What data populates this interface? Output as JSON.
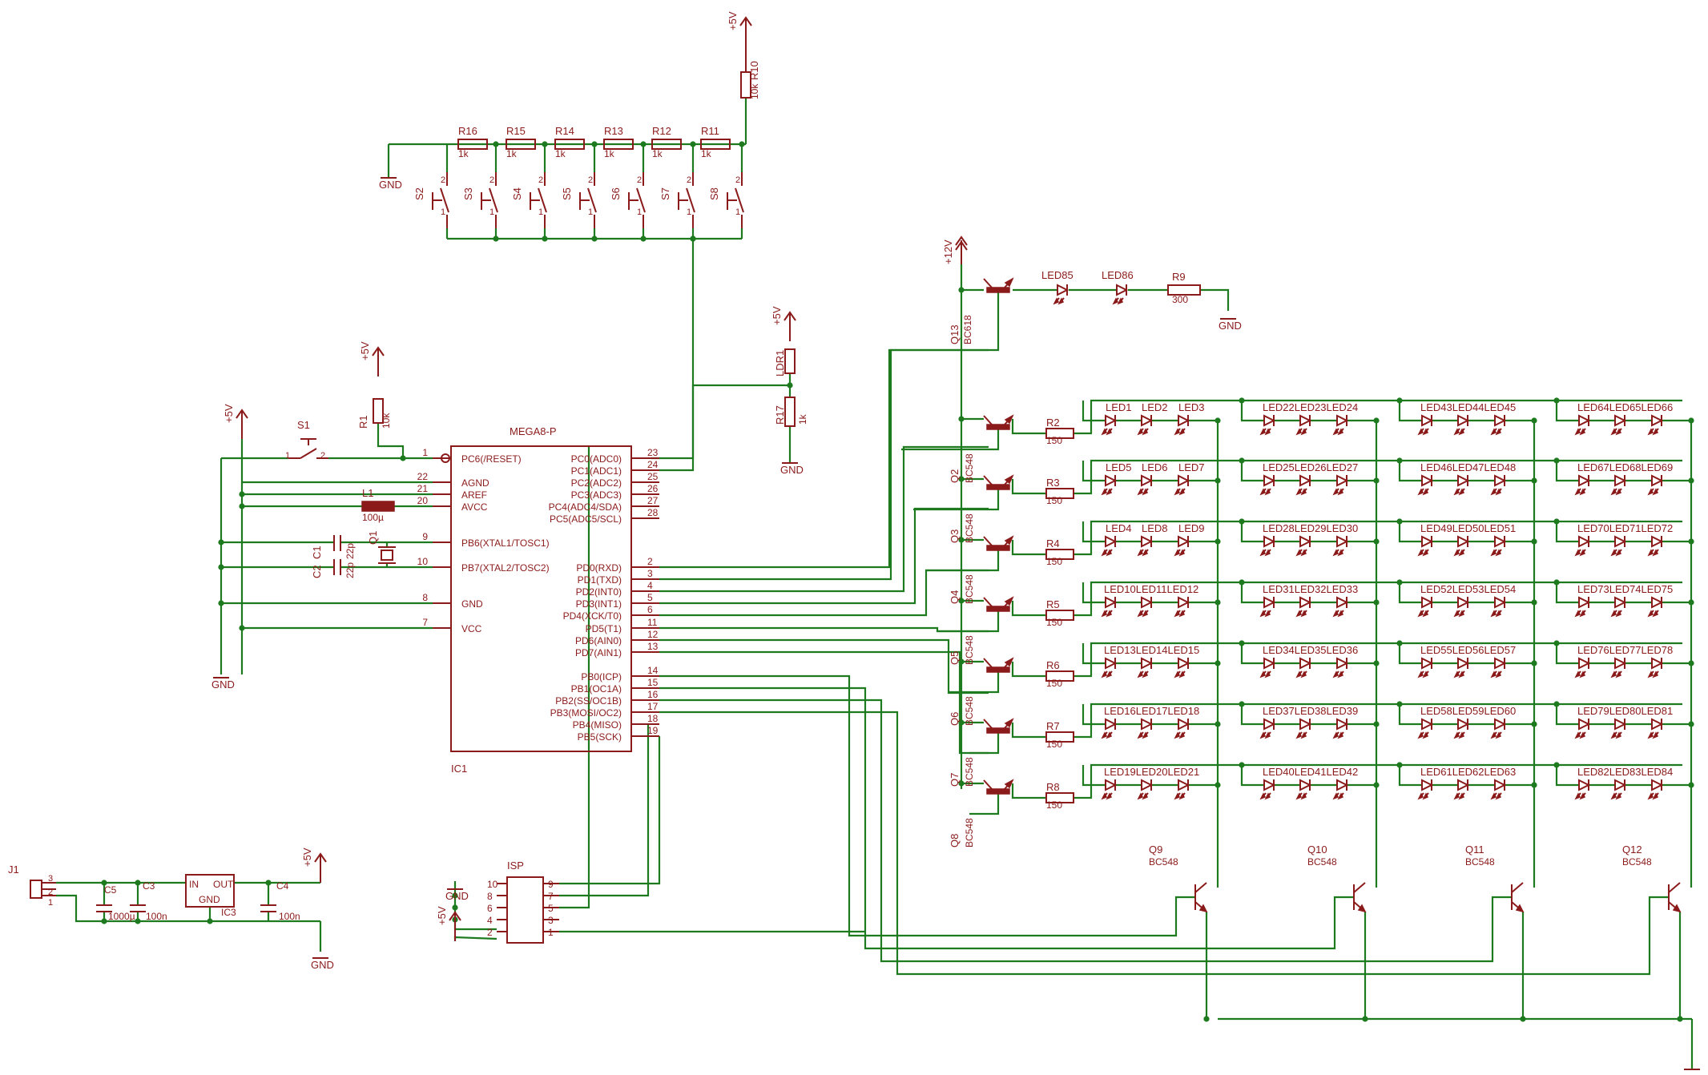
{
  "ic": {
    "name": "MEGA8-P",
    "ref": "IC1",
    "left_pins": [
      [
        "1",
        "PC6(/RESET)"
      ],
      [
        "22",
        "AGND"
      ],
      [
        "21",
        "AREF"
      ],
      [
        "20",
        "AVCC"
      ],
      [
        "9",
        "PB6(XTAL1/TOSC1)"
      ],
      [
        "10",
        "PB7(XTAL2/TOSC2)"
      ],
      [
        "8",
        "GND"
      ],
      [
        "7",
        "VCC"
      ]
    ],
    "right_pins": [
      [
        "23",
        "PC0(ADC0)"
      ],
      [
        "24",
        "PC1(ADC1)"
      ],
      [
        "25",
        "PC2(ADC2)"
      ],
      [
        "26",
        "PC3(ADC3)"
      ],
      [
        "27",
        "PC4(ADC4/SDA)"
      ],
      [
        "28",
        "PC5(ADC5/SCL)"
      ],
      [
        "2",
        "PD0(RXD)"
      ],
      [
        "3",
        "PD1(TXD)"
      ],
      [
        "4",
        "PD2(INT0)"
      ],
      [
        "5",
        "PD3(INT1)"
      ],
      [
        "6",
        "PD4(XCK/T0)"
      ],
      [
        "11",
        "PD5(T1)"
      ],
      [
        "12",
        "PD6(AIN0)"
      ],
      [
        "13",
        "PD7(AIN1)"
      ],
      [
        "14",
        "PB0(ICP)"
      ],
      [
        "15",
        "PB1(OC1A)"
      ],
      [
        "16",
        "PB2(SS/OC1B)"
      ],
      [
        "17",
        "PB3(MOSI/OC2)"
      ],
      [
        "18",
        "PB4(MISO)"
      ],
      [
        "19",
        "PB5(SCK)"
      ]
    ]
  },
  "supply": {
    "v5": "+5V",
    "v12": "+12V",
    "gnd": "GND"
  },
  "top_resistors": [
    [
      "R16",
      "1k"
    ],
    [
      "R15",
      "1k"
    ],
    [
      "R14",
      "1k"
    ],
    [
      "R13",
      "1k"
    ],
    [
      "R12",
      "1k"
    ],
    [
      "R11",
      "1k"
    ]
  ],
  "switches": [
    "S2",
    "S3",
    "S4",
    "S5",
    "S6",
    "S7",
    "S8"
  ],
  "r10": [
    "R10",
    "10k"
  ],
  "r1": [
    "R1",
    "10k"
  ],
  "s1": "S1",
  "l1": [
    "L1",
    "100µ"
  ],
  "c1": [
    "C1",
    "22p"
  ],
  "c2": [
    "C2",
    "22p"
  ],
  "q1": "Q1",
  "ldr": [
    "LDR1",
    "R17",
    "1k"
  ],
  "q13": [
    "Q13",
    "BC618"
  ],
  "led_top": [
    "LED85",
    "LED86"
  ],
  "r9": [
    "R9",
    "300"
  ],
  "row_transistors": [
    [
      "Q2",
      "BC548"
    ],
    [
      "Q3",
      "BC548"
    ],
    [
      "Q4",
      "BC548"
    ],
    [
      "Q5",
      "BC548"
    ],
    [
      "Q6",
      "BC548"
    ],
    [
      "Q7",
      "BC548"
    ],
    [
      "Q8",
      "BC548"
    ]
  ],
  "row_resistors": [
    [
      "R2",
      "150"
    ],
    [
      "R3",
      "150"
    ],
    [
      "R4",
      "150"
    ],
    [
      "R5",
      "150"
    ],
    [
      "R6",
      "150"
    ],
    [
      "R7",
      "150"
    ],
    [
      "R8",
      "150"
    ]
  ],
  "led_rows": [
    [
      [
        "LED1",
        "LED2",
        "LED3"
      ],
      [
        "LED22LED23LED24"
      ],
      [
        "LED43LED44LED45"
      ],
      [
        "LED64LED65LED66"
      ]
    ],
    [
      [
        "LED5",
        "LED6",
        "LED7"
      ],
      [
        "LED25LED26LED27"
      ],
      [
        "LED46LED47LED48"
      ],
      [
        "LED67LED68LED69"
      ]
    ],
    [
      [
        "LED4",
        "LED8",
        "LED9"
      ],
      [
        "LED28LED29LED30"
      ],
      [
        "LED49LED50LED51"
      ],
      [
        "LED70LED71LED72"
      ]
    ],
    [
      [
        "LED10LED11LED12"
      ],
      [
        "LED31LED32LED33"
      ],
      [
        "LED52LED53LED54"
      ],
      [
        "LED73LED74LED75"
      ]
    ],
    [
      [
        "LED13LED14LED15"
      ],
      [
        "LED34LED35LED36"
      ],
      [
        "LED55LED56LED57"
      ],
      [
        "LED76LED77LED78"
      ]
    ],
    [
      [
        "LED16LED17LED18"
      ],
      [
        "LED37LED38LED39"
      ],
      [
        "LED58LED59LED60"
      ],
      [
        "LED79LED80LED81"
      ]
    ],
    [
      [
        "LED19LED20LED21"
      ],
      [
        "LED40LED41LED42"
      ],
      [
        "LED61LED62LED63"
      ],
      [
        "LED82LED83LED84"
      ]
    ]
  ],
  "col_transistors": [
    [
      "Q9",
      "BC548"
    ],
    [
      "Q10",
      "BC548"
    ],
    [
      "Q11",
      "BC548"
    ],
    [
      "Q12",
      "BC548"
    ]
  ],
  "isp": {
    "name": "ISP",
    "pins": [
      "10",
      "8",
      "6",
      "4",
      "2",
      "9",
      "7",
      "5",
      "3",
      "1"
    ]
  },
  "power": {
    "j1": "J1",
    "j1_pins": [
      "3",
      "2",
      "1"
    ],
    "c5": "C5",
    "c5v": "1000µ",
    "c3": "C3",
    "c3v": "100n",
    "ic3": "IC3",
    "ic3_in": "IN",
    "ic3_out": "OUT",
    "ic3_gnd": "GND",
    "c4": "C4",
    "c4v": "100n"
  }
}
